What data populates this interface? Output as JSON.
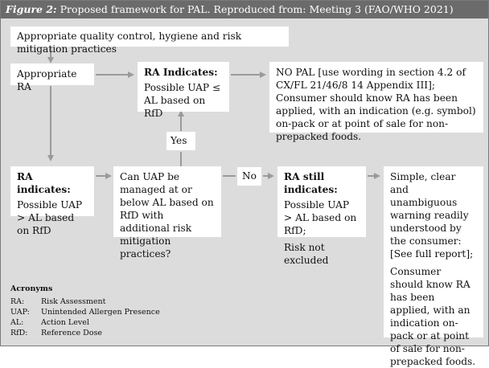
{
  "title": {
    "figure": "Figure 2:",
    "text": " Proposed framework for PAL. Reproduced from: Meeting 3 (FAO/WHO 2021)"
  },
  "nodes": {
    "qc": "Appropriate quality control, hygiene and risk mitigation practices",
    "ra": "Appropriate RA",
    "ra_indicates_top_title": "RA Indicates:",
    "ra_indicates_top_body": "Possible UAP ≤ AL based on RfD",
    "no_pal": "NO PAL [use wording in section 4.2 of CX/FL 21/46/8 14 Appendix III]; Consumer should know RA has been applied, with an indication (e.g. symbol) on-pack or at point of sale for non-prepacked foods.",
    "ra_indicates_left_title": "RA indicates:",
    "ra_indicates_left_body": "Possible UAP > AL based on RfD",
    "question": "Can UAP be managed at or below AL based on RfD with additional risk mitigation practices?",
    "yes": "Yes",
    "no": "No",
    "still_title": "RA still indicates:",
    "still_body1": "Possible UAP > AL based on RfD;",
    "still_body2": "Risk not excluded",
    "warning_p1": "Simple, clear and unambiguous warning readily understood by the consumer: [See full report];",
    "warning_p2": "Consumer should know RA has been applied, with an indication on-pack or at point of sale for non-prepacked foods."
  },
  "acronyms": {
    "heading": "Acronyms",
    "items": [
      {
        "key": "RA:",
        "value": "Risk Assessment"
      },
      {
        "key": "UAP:",
        "value": "Unintended Allergen Presence"
      },
      {
        "key": "AL:",
        "value": "Action Level"
      },
      {
        "key": "RfD:",
        "value": "Reference Dose"
      }
    ]
  },
  "colors": {
    "background": "#dcdcdc",
    "titlebar": "#6b6b6b",
    "arrow": "#9a9a9a"
  }
}
